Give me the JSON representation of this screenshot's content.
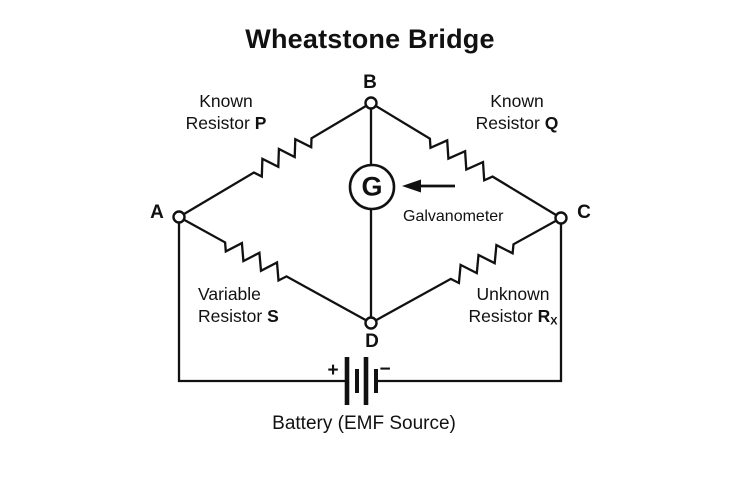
{
  "title": "Wheatstone Bridge",
  "nodes": {
    "a": "A",
    "b": "B",
    "c": "C",
    "d": "D"
  },
  "resistors": {
    "p": {
      "line1": "Known",
      "line2": "Resistor",
      "symbol": "P"
    },
    "q": {
      "line1": "Known",
      "line2": "Resistor",
      "symbol": "Q"
    },
    "s": {
      "line1": "Variable",
      "line2": "Resistor",
      "symbol": "S"
    },
    "rx": {
      "line1": "Unknown",
      "line2": "Resistor",
      "symbol": "R",
      "subscript": "X"
    }
  },
  "galvanometer": {
    "symbol": "G",
    "label": "Galvanometer"
  },
  "battery": {
    "plus_sign": "+",
    "minus_sign": "−",
    "label": "Battery (EMF Source)"
  },
  "colors": {
    "line": "#111111",
    "background": "#ffffff"
  }
}
